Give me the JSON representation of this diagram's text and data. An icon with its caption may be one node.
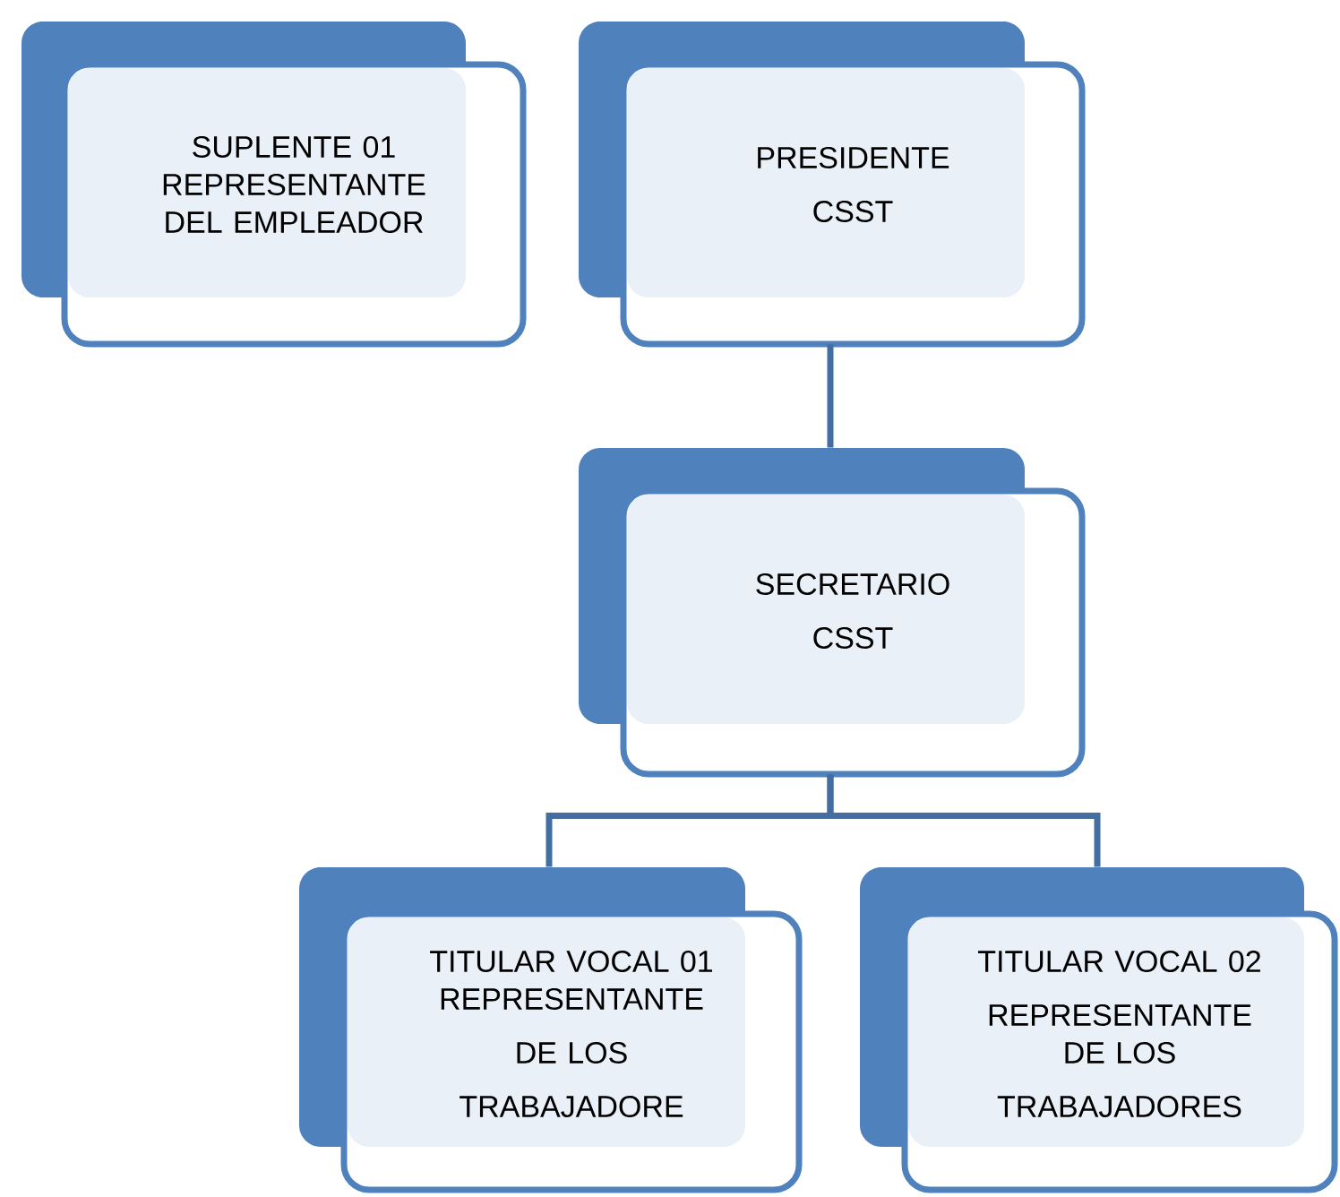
{
  "diagram": {
    "nodes": [
      {
        "text": [
          "SUPLENTE 01 REPRESENTANTE DEL EMPLEADOR"
        ]
      },
      {
        "text": [
          "PRESIDENTE",
          "CSST"
        ]
      },
      {
        "text": [
          "SECRETARIO",
          "CSST"
        ]
      },
      {
        "text": [
          "TITULAR VOCAL 01 REPRESENTANTE",
          "DE LOS",
          "TRABAJADORE"
        ]
      },
      {
        "text": [
          "TITULAR VOCAL 02",
          "REPRESENTANTE DE LOS",
          "TRABAJADORES"
        ]
      }
    ],
    "edges": [
      {
        "from": 1,
        "to": 2,
        "arrow": "none"
      },
      {
        "from": 2,
        "to": 3,
        "arrow": "none"
      },
      {
        "from": 2,
        "to": 4,
        "arrow": "none"
      }
    ]
  }
}
